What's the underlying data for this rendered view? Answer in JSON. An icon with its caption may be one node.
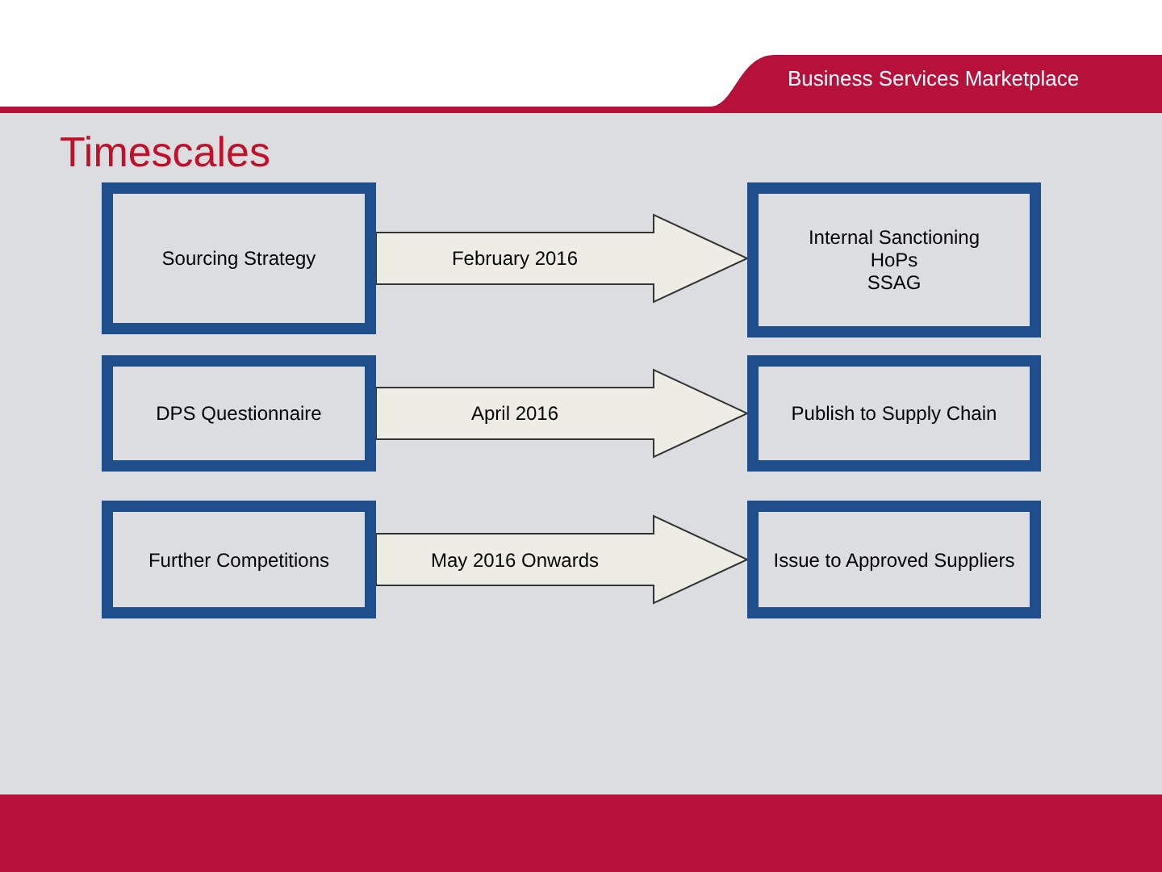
{
  "diagram": {
    "title": "Timescales",
    "nodes": [
      {
        "text": [
          "Sourcing Strategy"
        ]
      },
      {
        "text": [
          "Internal Sanctioning",
          "HoPs",
          "SSAG"
        ]
      },
      {
        "text": [
          "DPS Questionnaire"
        ]
      },
      {
        "text": [
          "Publish to Supply Chain"
        ]
      },
      {
        "text": [
          "Further Competitions"
        ]
      },
      {
        "text": [
          "Issue to Approved Suppliers"
        ]
      }
    ],
    "edges": [
      {
        "from": 0,
        "to": 1,
        "arrow": "to",
        "label": "February 2016"
      },
      {
        "from": 2,
        "to": 3,
        "arrow": "to",
        "label": "April 2016"
      },
      {
        "from": 4,
        "to": 5,
        "arrow": "to",
        "label": "May 2016 Onwards"
      }
    ],
    "labels": [
      "Business Services Marketplace"
    ]
  }
}
